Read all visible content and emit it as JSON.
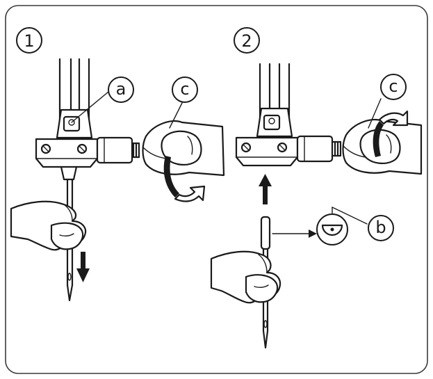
{
  "steps": [
    {
      "number": "1"
    },
    {
      "number": "2"
    }
  ],
  "callouts": {
    "a": "a",
    "b": "b",
    "c1": "c",
    "c2": "c"
  }
}
